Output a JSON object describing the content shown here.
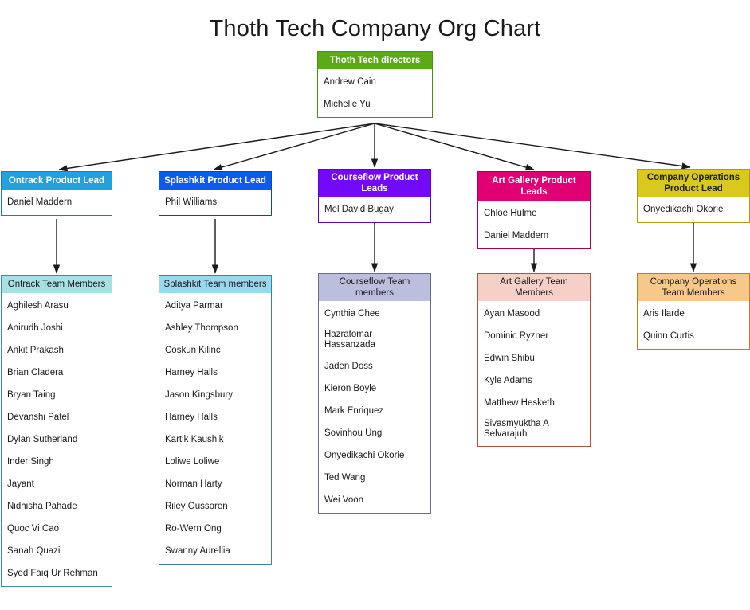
{
  "title": "Thoth Tech Company Org Chart",
  "root": {
    "header": "Thoth Tech directors",
    "members": [
      "Andrew Cain",
      "Michelle Yu"
    ],
    "color": "#5caa16"
  },
  "leads": [
    {
      "key": "ontrack",
      "header": "Ontrack Product Lead",
      "members": [
        "Daniel Maddern"
      ],
      "color": "#22a2dc"
    },
    {
      "key": "splashkit",
      "header": "Splashkit Product Lead",
      "members": [
        "Phil Williams"
      ],
      "color": "#0b5bef"
    },
    {
      "key": "courseflow",
      "header": "Courseflow Product Leads",
      "members": [
        "Mel David Bugay"
      ],
      "color": "#7209fa"
    },
    {
      "key": "artgallery",
      "header": "Art Gallery Product Leads",
      "members": [
        "Chloe Hulme",
        "Daniel Maddern"
      ],
      "color": "#e00074"
    },
    {
      "key": "companyops",
      "header": "Company Operations Product Lead",
      "members": [
        "Onyedikachi Okorie"
      ],
      "color": "#d9c81e"
    }
  ],
  "teams": [
    {
      "key": "ontrack",
      "header": "Ontrack Team Members",
      "color": "#a8e0e3",
      "members": [
        "Aghilesh Arasu",
        "Anirudh Joshi",
        "Ankit Prakash",
        "Brian Cladera",
        "Bryan Taing",
        "Devanshi Patel",
        "Dylan Sutherland",
        "Inder Singh",
        "Jayant",
        "Nidhisha Pahade",
        "Quoc Vi Cao",
        "Sanah Quazi",
        "Syed Faiq Ur Rehman"
      ]
    },
    {
      "key": "splashkit",
      "header": "Splashkit Team members",
      "color": "#9bd7ef",
      "members": [
        "Aditya Parmar",
        "Ashley Thompson",
        "Coskun Kilinc",
        "Harney Halls",
        "Jason Kingsbury",
        "Harney Halls",
        "Kartik Kaushik",
        "Loliwe Loliwe",
        "Norman Harty",
        "Riley Oussoren",
        "Ro-Wern Ong",
        "Swanny Aurellia"
      ]
    },
    {
      "key": "courseflow",
      "header": "Courseflow Team members",
      "color": "#bcbedd",
      "members": [
        "Cynthia Chee",
        "Hazratomar Hassanzada",
        "Jaden Doss",
        "Kieron Boyle",
        "Mark Enriquez",
        "Sovinhou Ung",
        "Onyedikachi Okorie",
        "Ted Wang",
        "Wei Voon"
      ]
    },
    {
      "key": "artgallery",
      "header": "Art Gallery Team Members",
      "color": "#f5cfc8",
      "members": [
        "Ayan Masood",
        "Dominic Ryzner",
        "Edwin Shibu",
        "Kyle Adams",
        "Matthew Hesketh",
        "Sivasmyuktha A Selvarajuh"
      ]
    },
    {
      "key": "companyops",
      "header": "Company Operations Team Members",
      "color": "#f6c98a",
      "members": [
        "Aris Ilarde",
        "Quinn Curtis"
      ]
    }
  ]
}
